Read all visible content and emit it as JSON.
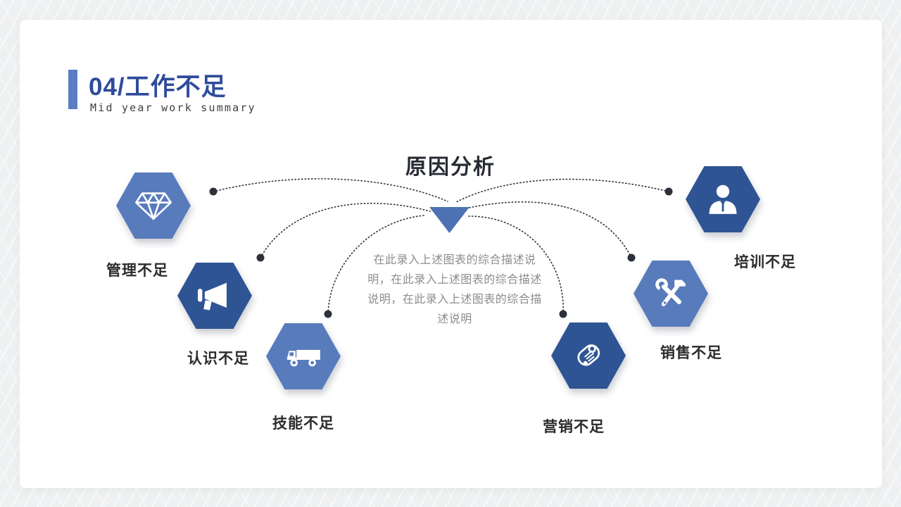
{
  "slide": {
    "header": {
      "section_title": "04/工作不足",
      "section_subtitle": "Mid year work summary"
    },
    "diagram": {
      "title": "原因分析",
      "description": "在此录入上述图表的综合描述说明，在此录入上述图表的综合描述说明，在此录入上述图表的综合描述说明",
      "nodes": [
        {
          "label": "管理不足",
          "icon": "diamond-icon",
          "variant": "light"
        },
        {
          "label": "认识不足",
          "icon": "megaphone-icon",
          "variant": "dark"
        },
        {
          "label": "技能不足",
          "icon": "truck-icon",
          "variant": "light"
        },
        {
          "label": "营销不足",
          "icon": "scroll-icon",
          "variant": "dark"
        },
        {
          "label": "销售不足",
          "icon": "tools-icon",
          "variant": "light"
        },
        {
          "label": "培训不足",
          "icon": "person-icon",
          "variant": "dark"
        }
      ]
    },
    "colors": {
      "hex_light": "#587BBC",
      "hex_dark": "#2E5493",
      "accent_bar": "#5B7EC2",
      "title_blue": "#2F4C9B",
      "triangle": "#4C72B4",
      "connector_dot": "#2C313A",
      "description_gray": "#8D8D8D"
    }
  }
}
